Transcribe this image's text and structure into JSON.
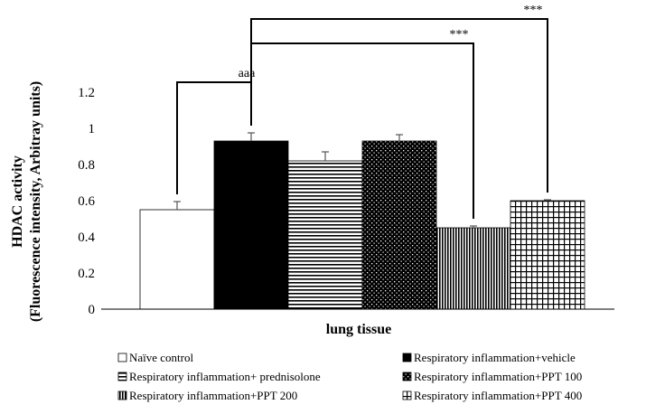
{
  "chart_data": {
    "type": "bar",
    "title": "",
    "xlabel": "lung tissue",
    "ylabel_line1": "HDAC activity",
    "ylabel_line2": "(Fluorescence intensity, Arbitray units)",
    "ylim": [
      0,
      1.2
    ],
    "yticks": [
      "0",
      "0.2",
      "0.4",
      "0.6",
      "0.8",
      "1",
      "1.2"
    ],
    "ytick_values": [
      0,
      0.2,
      0.4,
      0.6,
      0.8,
      1.0,
      1.2
    ],
    "grid": false,
    "legend_position": "bottom",
    "categories": [
      "lung tissue"
    ],
    "series": [
      {
        "name": "Naïve control",
        "values": [
          0.55
        ],
        "error": [
          0.045
        ],
        "pattern": "white"
      },
      {
        "name": "Respiratory inflammation+vehicle",
        "values": [
          0.93
        ],
        "error": [
          0.045
        ],
        "pattern": "black"
      },
      {
        "name": "Respiratory inflammation+ prednisolone",
        "values": [
          0.82
        ],
        "error": [
          0.05
        ],
        "pattern": "horizontal"
      },
      {
        "name": "Respiratory inflammation+PPT 100",
        "values": [
          0.93
        ],
        "error": [
          0.035
        ],
        "pattern": "dots"
      },
      {
        "name": "Respiratory inflammation+PPT 200",
        "values": [
          0.45
        ],
        "error": [
          0.01
        ],
        "pattern": "vertical"
      },
      {
        "name": "Respiratory inflammation+PPT 400",
        "values": [
          0.6
        ],
        "error": [
          0.005
        ],
        "pattern": "grid"
      }
    ],
    "annotations": [
      {
        "label": "aaa",
        "from_series": 0,
        "to_series": 1
      },
      {
        "label": "***",
        "from_series": 1,
        "to_series": 4
      },
      {
        "label": "***",
        "from_series": 1,
        "to_series": 5
      }
    ]
  }
}
